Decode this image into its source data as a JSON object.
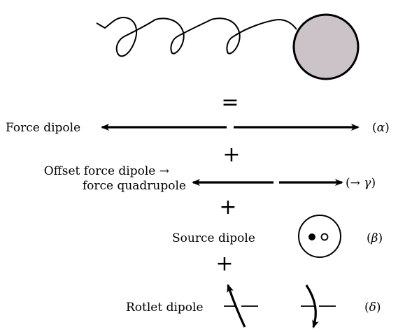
{
  "equation": {
    "equals": "=",
    "plus": "+"
  },
  "rows": [
    {
      "label": "Force dipole",
      "tag_open": "(",
      "tag_sym": "α",
      "tag_close": ")"
    },
    {
      "label_line1": "Offset force dipole →",
      "label_line2": "force quadrupole",
      "tag_open": "(→ ",
      "tag_sym": "γ",
      "tag_close": ")"
    },
    {
      "label": "Source dipole",
      "tag_open": "(",
      "tag_sym": "β",
      "tag_close": ")"
    },
    {
      "label": "Rotlet dipole",
      "tag_open": "(",
      "tag_sym": "δ",
      "tag_close": ")"
    }
  ],
  "colors": {
    "body_fill": "#cbc3c8",
    "stroke": "#000000",
    "background": "#ffffff"
  }
}
